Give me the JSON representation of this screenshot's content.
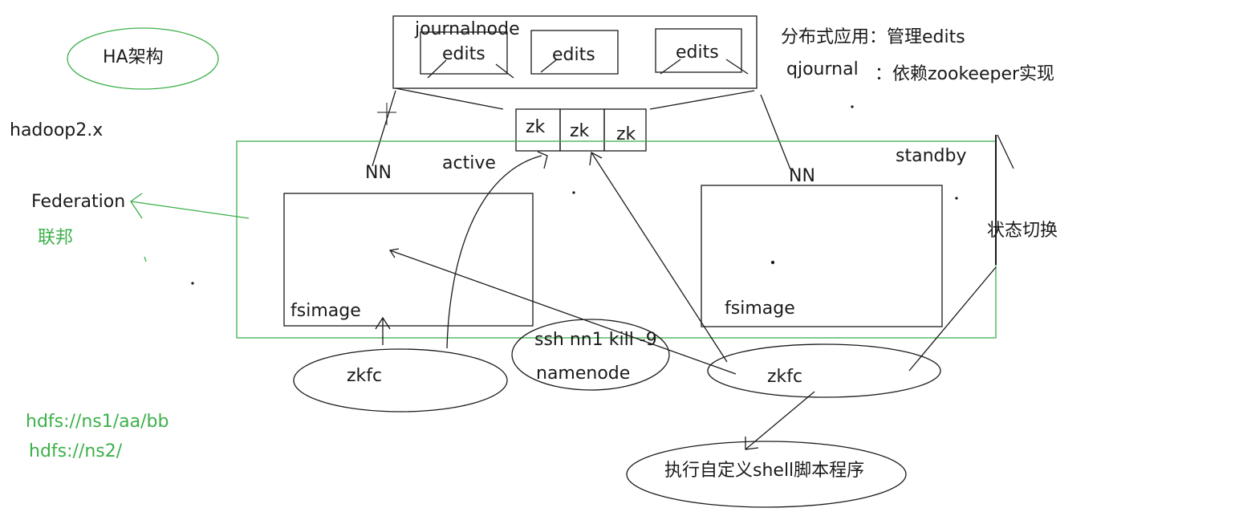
{
  "labels": {
    "ha_title": "HA架构",
    "hadoop": "hadoop2.x",
    "federation": "Federation",
    "lianbang": "联邦",
    "hdfs1": "hdfs://ns1/aa/bb",
    "hdfs2": "hdfs://ns2/",
    "journalnode": "journalnode",
    "edits1": "edits",
    "edits2": "edits",
    "edits3": "edits",
    "note1": "分布式应用：管理edits",
    "note2a": "qjournal",
    "note2b": "：依赖zookeeper实现",
    "zk1": "zk",
    "zk2": "zk",
    "zk3": "zk",
    "nn_left": "NN",
    "active": "active",
    "nn_right": "NN",
    "standby": "standby",
    "fsimage_left": "fsimage",
    "fsimage_right": "fsimage",
    "state_switch": "状态切换",
    "zkfc_left": "zkfc",
    "ssh_kill": "ssh nn1 kill -9",
    "namenode": "namenode",
    "zkfc_right": "zkfc",
    "custom_script": "执行自定义shell脚本程序"
  },
  "colors": {
    "ink": "#1a1a1a",
    "green": "#3cb04a"
  }
}
